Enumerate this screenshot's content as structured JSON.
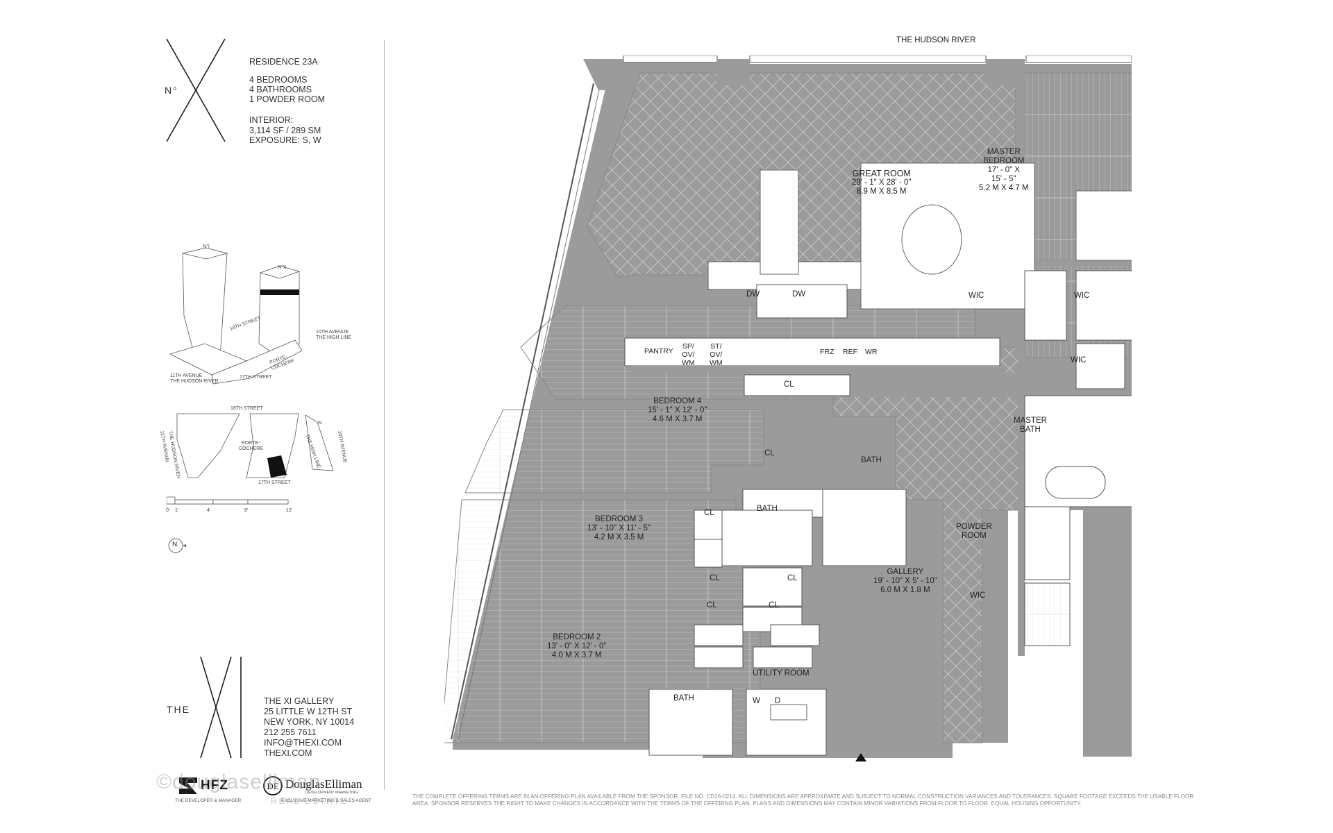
{
  "header": {
    "river": "THE HUDSON RIVER"
  },
  "residence": {
    "logo_no": "N°",
    "name": "RESIDENCE 23A",
    "bedrooms": "4 BEDROOMS",
    "bathrooms": "4 BATHROOMS",
    "powder": "1 POWDER ROOM",
    "interior_label": "INTERIOR:",
    "interior_size": "3,114 SF / 289 SM",
    "exposure": "EXPOSURE: S, W"
  },
  "axonometric": {
    "tower1": "N°I",
    "tower2": "N°X",
    "street18": "18TH STREET",
    "ave10": "10TH AVENUE",
    "highline": "THE HIGH LINE",
    "porte": "PORTE-",
    "cochere": "COCHERE",
    "ave11": "11TH AVENUE",
    "hudson": "THE HUDSON RIVER",
    "street17": "17TH STREET"
  },
  "siteplan": {
    "street18": "18TH STREET",
    "ave11": "11TH AVENUE",
    "hudson": "THE HUDSON RIVER",
    "porte": "PORTE-",
    "cochere": "COCHERE",
    "highline": "THE HIGH LINE",
    "ave10": "10TH AVENUE",
    "street17": "17TH STREET",
    "north": "N"
  },
  "scale": {
    "t0": "0'",
    "t1": "1'",
    "t4": "4'",
    "t8": "8'",
    "t12": "12'"
  },
  "north_arrow": "N",
  "gallery_info": {
    "logo_the": "THE",
    "line1": "THE XI GALLERY",
    "line2": "25 LITTLE W 12TH ST",
    "line3": "NEW YORK, NY 10014",
    "line4": "212 255 7611",
    "line5": "INFO@THEXI.COM",
    "line6": "THEXI.COM"
  },
  "logos": {
    "hfz": "HFZ",
    "hfz_sub": "THE DEVELOPER & MANAGER",
    "elliman": "DouglasElliman",
    "elliman_sub1": "DEVELOPMENT MARKETING",
    "elliman_sub2": "EXCLUSIVE MARKETING & SALES AGENT",
    "watermark": "©douglaselliman",
    "watermark_sub": "REAL ESTATE"
  },
  "rooms": {
    "great_room": {
      "name": "GREAT ROOM",
      "dim1": "29' - 1\" X 28' - 0\"",
      "dim2": "8.9 M X 8.5 M"
    },
    "master_bedroom": {
      "name1": "MASTER",
      "name2": "BEDROOM",
      "dim1": "17' - 0\" X",
      "dim2": "15' - 5\"",
      "dim3": "5.2 M X 4.7 M"
    },
    "wic_a": "WIC",
    "wic_b": "WIC",
    "wic_c": "WIC",
    "wic_d": "WIC",
    "master_bath1": "MASTER",
    "master_bath2": "BATH",
    "powder1": "POWDER",
    "powder2": "ROOM",
    "pantry": "PANTRY",
    "sp": [
      "SP/",
      "OV/",
      "WM"
    ],
    "st": [
      "ST/",
      "OV/",
      "WM"
    ],
    "frz": "FRZ",
    "ref": "REF",
    "wr": "WR",
    "dw1": "DW",
    "dw2": "DW",
    "cl_kitchen": "CL",
    "bedroom4": {
      "name": "BEDROOM 4",
      "dim1": "15' - 1\" X 12' - 0\"",
      "dim2": "4.6 M X 3.7 M"
    },
    "cl_b4": "CL",
    "bath_b4": "BATH",
    "bath_mid": "BATH",
    "cl_b3": "CL",
    "bedroom3": {
      "name": "BEDROOM 3",
      "dim1": "13' - 10\" X 11' - 5\"",
      "dim2": "4.2 M X 3.5 M"
    },
    "cl_1": "CL",
    "cl_2": "CL",
    "cl_3": "CL",
    "cl_4": "CL",
    "gallery": {
      "name": "GALLERY",
      "dim1": "19' - 10\" X 5' - 10\"",
      "dim2": "6.0 M X 1.8 M"
    },
    "bedroom2": {
      "name": "BEDROOM 2",
      "dim1": "13' - 0\" X 12' - 0\"",
      "dim2": "4.0 M X 3.7 M"
    },
    "bath_b2": "BATH",
    "utility": "UTILITY ROOM",
    "w": "W",
    "d": "D"
  },
  "disclaimer": "THE COMPLETE OFFERING TERMS ARE IN AN OFFERING PLAN AVAILABLE FROM THE SPONSOR. FILE NO. CD16-0214. ALL DIMENSIONS ARE APPROXIMATE AND SUBJECT TO NORMAL CONSTRUCTION VARIANCES AND TOLERANCES. SQUARE FOOTAGE EXCEEDS THE USABLE FLOOR AREA. SPONSOR RESERVES THE RIGHT TO MAKE CHANGES IN ACCORDANCE WITH THE TERMS OF THE OFFERING PLAN. PLANS AND DIMENSIONS MAY CONTAIN MINOR VARIATIONS FROM FLOOR TO FLOOR. EQUAL HOUSING OPPORTUNITY."
}
